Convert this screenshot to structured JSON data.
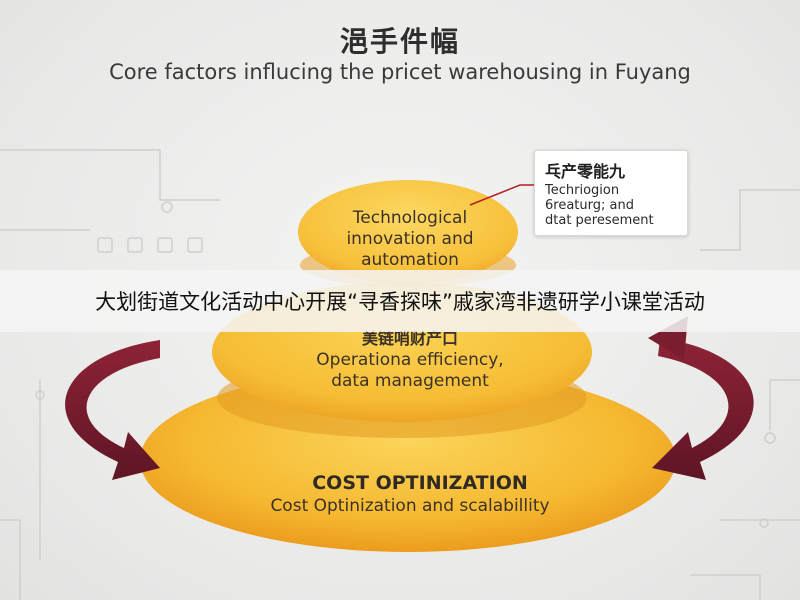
{
  "header": {
    "title_zh": "浥手件幅",
    "title_en": "Core factors influcing the pricet warehousing in Fuyang"
  },
  "tiers": {
    "top": {
      "line1": "Technological",
      "line2": "innovation and",
      "line3": "automation"
    },
    "middle": {
      "label_zh": "美链哨财产口",
      "line1": "Operationa efficiency,",
      "line2": "data management"
    },
    "bottom": {
      "title": "COST OPTINIZATION",
      "subtitle": "Cost Optinization and scalabillity"
    }
  },
  "callout": {
    "title": "乓产零能九",
    "body_line1": "Techriogion",
    "body_line2": "6reaturg; and",
    "body_line3": "dtat peresement"
  },
  "banner": {
    "text": "大划街道文化活动中心开展“寻香探味”戚家湾非遗研学小课堂活动"
  },
  "colors": {
    "tier_yellow": "#f7c23a",
    "tier_orange": "#f0a623",
    "arrow_maroon": "#7a1d2e",
    "callout_accent": "#b41e24"
  }
}
